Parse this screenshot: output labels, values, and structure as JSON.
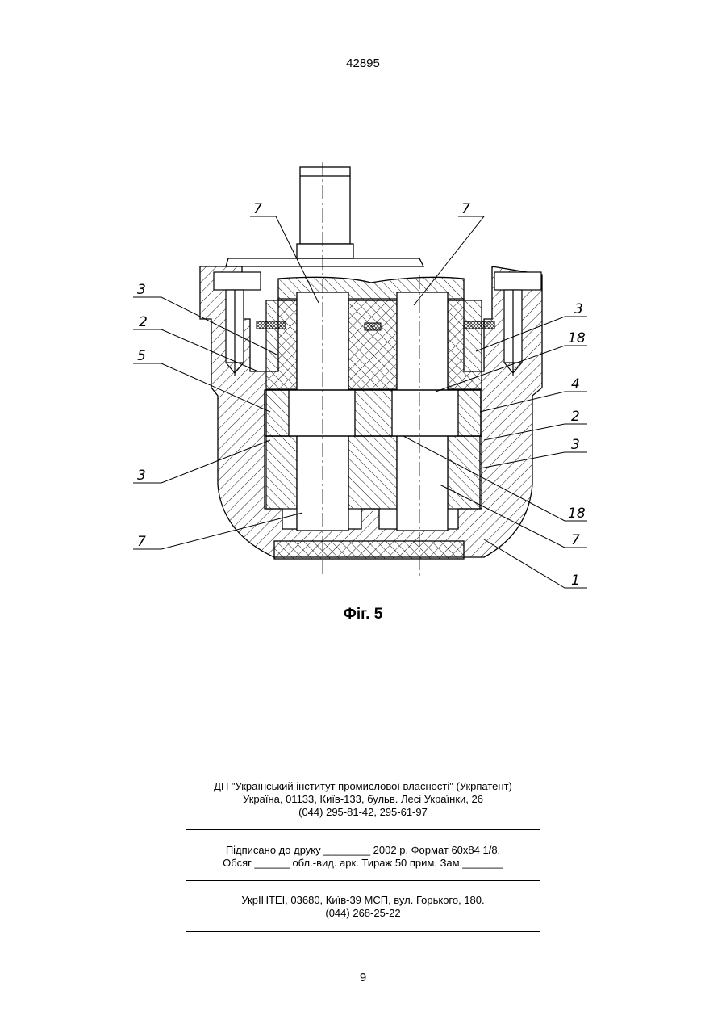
{
  "header": {
    "patent_number": "42895"
  },
  "figure": {
    "caption": "Фіг. 5",
    "labels": [
      "7",
      "7",
      "3",
      "2",
      "5",
      "3",
      "7",
      "3",
      "18",
      "4",
      "2",
      "3",
      "18",
      "7",
      "1"
    ]
  },
  "imprint": {
    "publisher_line1": "ДП \"Український інститут промислової власності\" (Укрпатент)",
    "publisher_line2": "Україна, 01133, Київ-133, бульв. Лесі Українки, 26",
    "publisher_line3": "(044) 295-81-42, 295-61-97",
    "print_line1": "Підписано до друку ________ 2002 р.    Формат 60х84 1/8.",
    "print_line2": "Обсяг ______ обл.-вид. арк.   Тираж 50 прим.    Зам._______",
    "printer_line1": "УкрІНТЕІ, 03680, Київ-39 МСП, вул. Горького, 180.",
    "printer_line2": "(044) 268-25-22"
  },
  "footer": {
    "page_number": "9"
  }
}
